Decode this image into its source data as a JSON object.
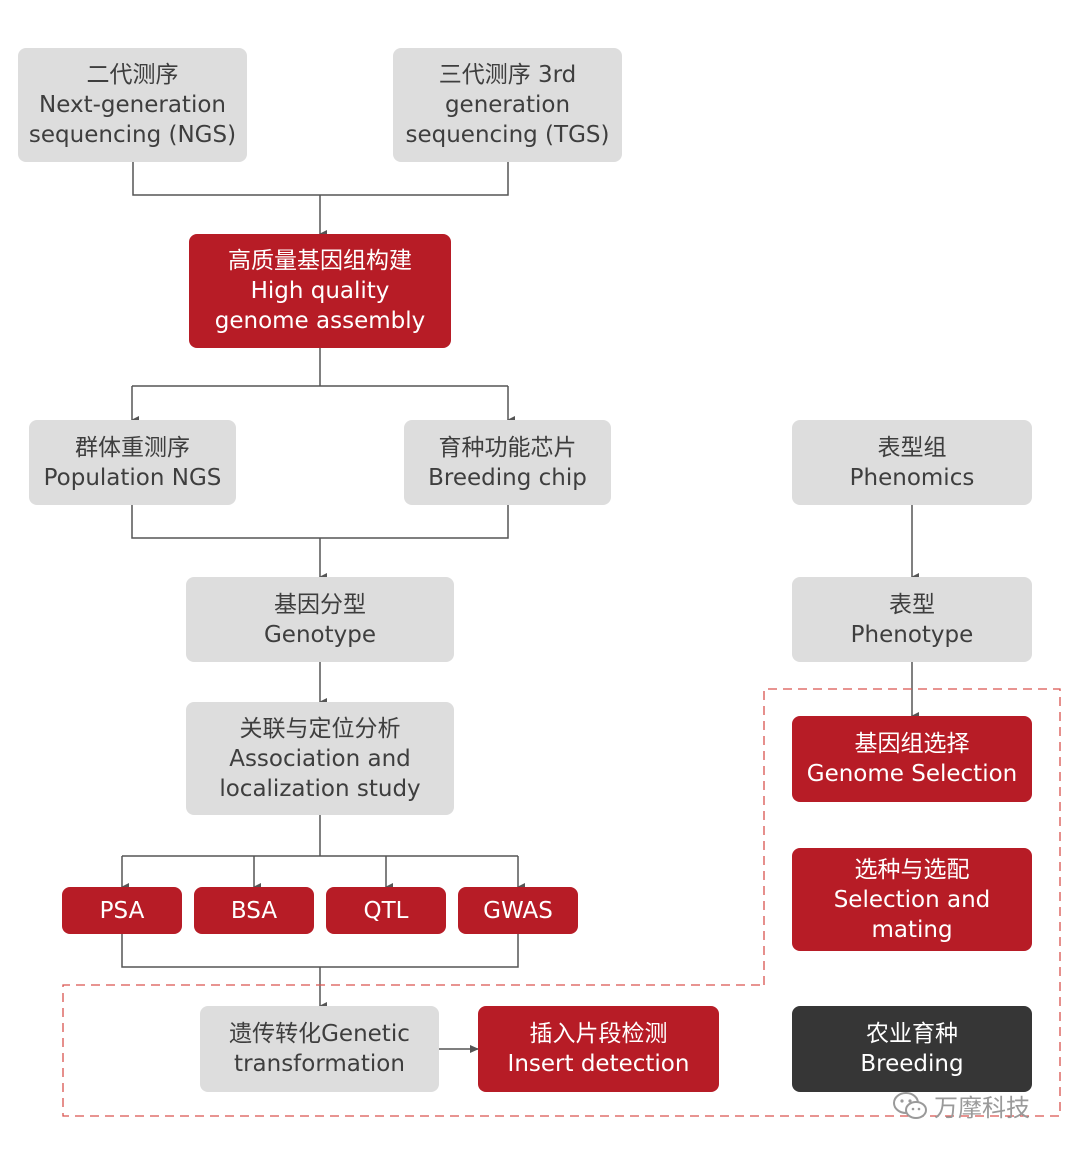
{
  "nodes": {
    "ngs": {
      "zh": "二代测序",
      "en1": "Next-generation",
      "en2": "sequencing (NGS)"
    },
    "tgs": {
      "zh": "三代测序 3rd",
      "en1": "generation",
      "en2": "sequencing (TGS)"
    },
    "assembly": {
      "zh": "高质量基因组构建",
      "en1": "High quality",
      "en2": "genome assembly"
    },
    "pop_ngs": {
      "zh": "群体重测序",
      "en1": "Population NGS"
    },
    "chip": {
      "zh": "育种功能芯片",
      "en1": "Breeding chip"
    },
    "genotype": {
      "zh": "基因分型",
      "en1": "Genotype"
    },
    "association": {
      "zh": "关联与定位分析",
      "en1": "Association and",
      "en2": "localization study"
    },
    "psa": {
      "label": "PSA"
    },
    "bsa": {
      "label": "BSA"
    },
    "qtl": {
      "label": "QTL"
    },
    "gwas": {
      "label": "GWAS"
    },
    "transformation": {
      "line1": "遗传转化Genetic",
      "line2": "transformation"
    },
    "insert": {
      "zh": "插入片段检测",
      "en1": "Insert detection"
    },
    "phenomics": {
      "zh": "表型组",
      "en1": "Phenomics"
    },
    "phenotype": {
      "zh": "表型",
      "en1": "Phenotype"
    },
    "genome_selection": {
      "zh": "基因组选择",
      "en1": "Genome Selection"
    },
    "selection_mating": {
      "zh": "选种与选配",
      "en1": "Selection and",
      "en2": "mating"
    },
    "breeding": {
      "zh": "农业育种",
      "en1": "Breeding"
    }
  },
  "watermark": {
    "text": "万摩科技",
    "icon": "wechat-icon"
  },
  "colors": {
    "gray_box": "#dddddd",
    "red_box": "#b71c26",
    "dark_box": "#363636",
    "line": "#555555",
    "dashed": "#d9534f"
  }
}
